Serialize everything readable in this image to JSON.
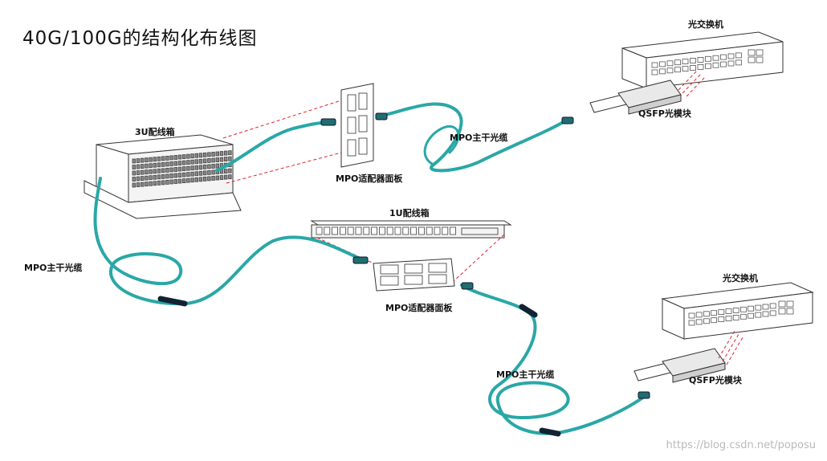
{
  "title": "40G/100G的结构化布线图",
  "labels": {
    "box3u": "3U配线箱",
    "box1u": "1U配线箱",
    "panel_top": "MPO适配器面板",
    "panel_mid": "MPO适配器面板",
    "trunk_top": "MPO主干光缆",
    "trunk_left": "MPO主干光缆",
    "trunk_bottom": "MPO主干光缆",
    "switch_top": "光交换机",
    "switch_bottom": "光交换机",
    "qsfp_top": "QSFP光模块",
    "qsfp_bottom": "QSFP光模块"
  },
  "watermark": "https://blog.csdn.net/poposu",
  "colors": {
    "cable": "#2aa7a7",
    "cable_dark": "#167878",
    "guide": "#e0222b",
    "stroke": "#333333"
  }
}
